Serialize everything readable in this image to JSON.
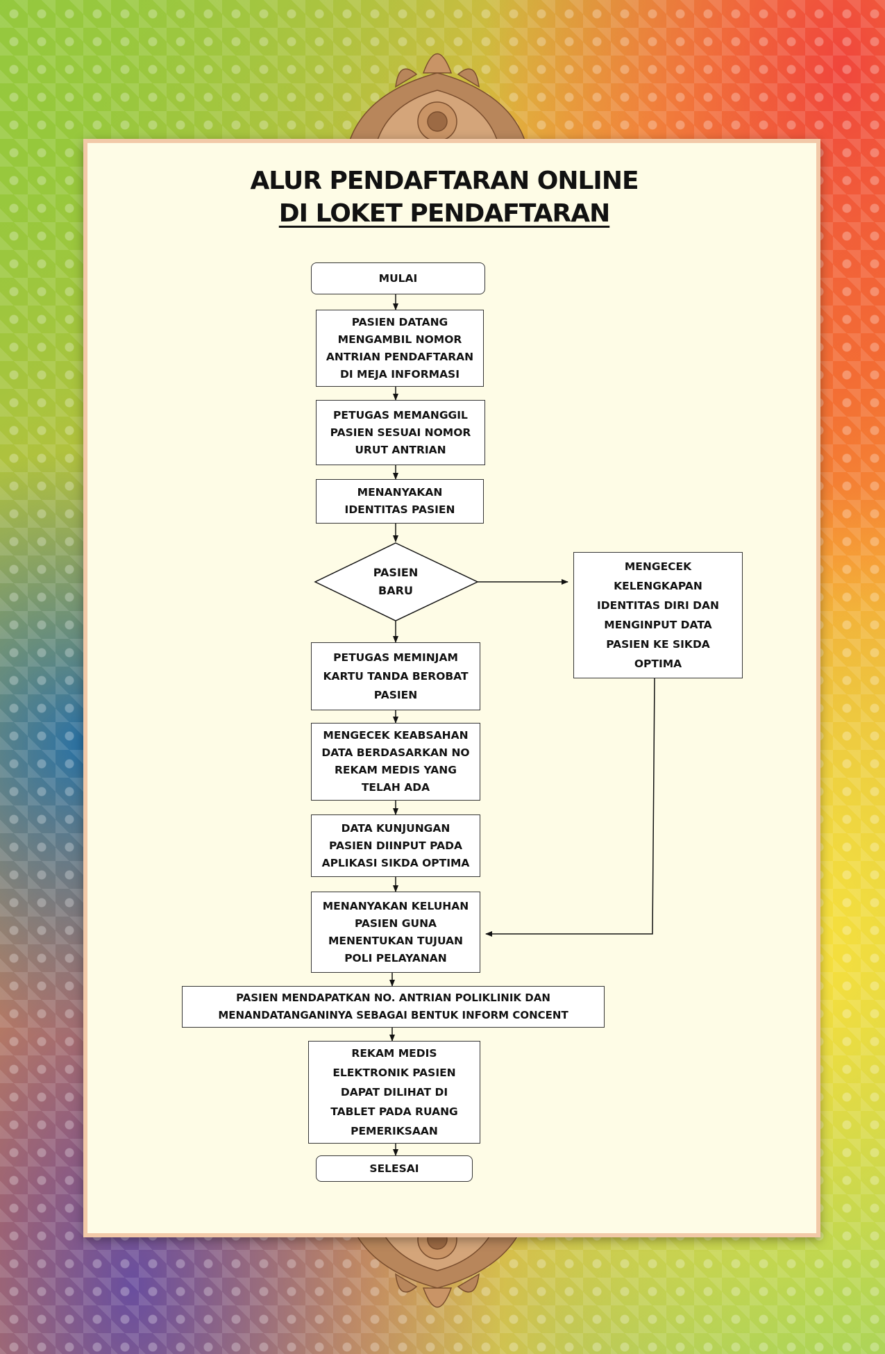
{
  "title": {
    "line1": "ALUR PENDAFTARAN ONLINE",
    "line2": "DI LOKET PENDAFTARAN"
  },
  "flow": {
    "start": "MULAI",
    "step1": "PASIEN DATANG\nMENGAMBIL NOMOR\nANTRIAN PENDAFTARAN\nDI MEJA INFORMASI",
    "step2": "PETUGAS MEMANGGIL\nPASIEN SESUAI NOMOR\nURUT ANTRIAN",
    "step3": "MENANYAKAN\nIDENTITAS PASIEN",
    "decision": "PASIEN\nBARU",
    "side": "MENGECEK\nKELENGKAPAN\nIDENTITAS DIRI DAN\nMENGINPUT DATA\nPASIEN KE SIKDA\nOPTIMA",
    "step4": "PETUGAS MEMINJAM\nKARTU TANDA BEROBAT\nPASIEN",
    "step5": "MENGECEK KEABSAHAN\nDATA BERDASARKAN NO\nREKAM MEDIS YANG\nTELAH ADA",
    "step6": "DATA KUNJUNGAN\nPASIEN DIINPUT PADA\nAPLIKASI SIKDA OPTIMA",
    "step7": "MENANYAKAN KELUHAN\nPASIEN GUNA\nMENENTUKAN TUJUAN\nPOLI PELAYANAN",
    "step8": "PASIEN MENDAPATKAN NO. ANTRIAN POLIKLINIK DAN\nMENANDATANGANINYA SEBAGAI BENTUK INFORM CONCENT",
    "step9": "REKAM MEDIS\nELEKTRONIK PASIEN\nDAPAT DILIHAT DI\nTABLET PADA RUANG\nPEMERIKSAAN",
    "end": "SELESAI"
  }
}
